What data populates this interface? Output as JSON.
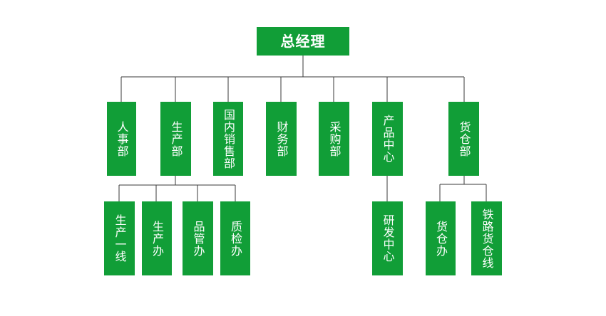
{
  "chart": {
    "colors": {
      "box": "#119e37",
      "text": "#ffffff",
      "line": "#3a3a3a"
    },
    "root": "总经理",
    "departments": [
      "人事部",
      "生产部",
      "国内销售部",
      "财务部",
      "采购部",
      "产品中心",
      "货仓部"
    ],
    "production_units": [
      "生产一线",
      "生产办",
      "品管办",
      "质检办"
    ],
    "product_center_units": [
      "研发中心"
    ],
    "warehouse_units": [
      "货仓办",
      "铁路货仓线"
    ]
  }
}
